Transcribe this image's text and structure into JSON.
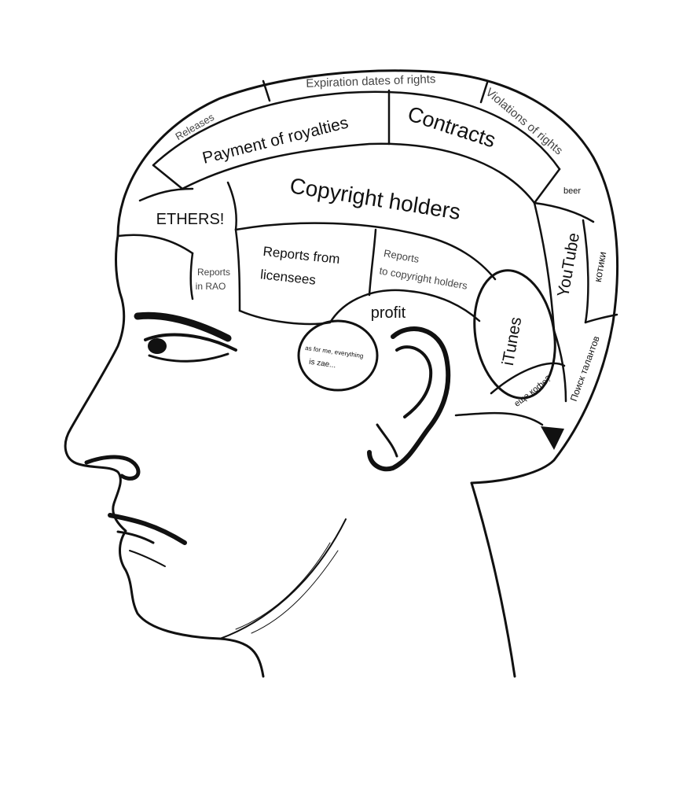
{
  "regions": {
    "expiration_dates": "Expiration dates of rights",
    "releases": "Releases",
    "payment_of_royalties": "Payment of royalties",
    "contracts": "Contracts",
    "violations_of_rights": "Violations of rights",
    "beer": "beer",
    "ethers": "ETHERS!",
    "copyright_holders": "Copyright holders",
    "reports_in_rao_line1": "Reports",
    "reports_in_rao_line2": "in RAO",
    "reports_from_licensees_line1": "Reports from",
    "reports_from_licensees_line2": "licensees",
    "reports_to_holders_line1": "Reports",
    "reports_to_holders_line2": "to copyright holders",
    "youtube": "YouTube",
    "kotiki": "котики",
    "profit": "profit",
    "as_for_me_line1": "as for me, everything",
    "as_for_me_line2": "is zae...",
    "itunes": "iTunes",
    "eshche_kofe": "еще кофе?",
    "poisk_talantov": "Поиск талантов"
  },
  "colors": {
    "ink": "#111111",
    "paper": "#ffffff"
  }
}
